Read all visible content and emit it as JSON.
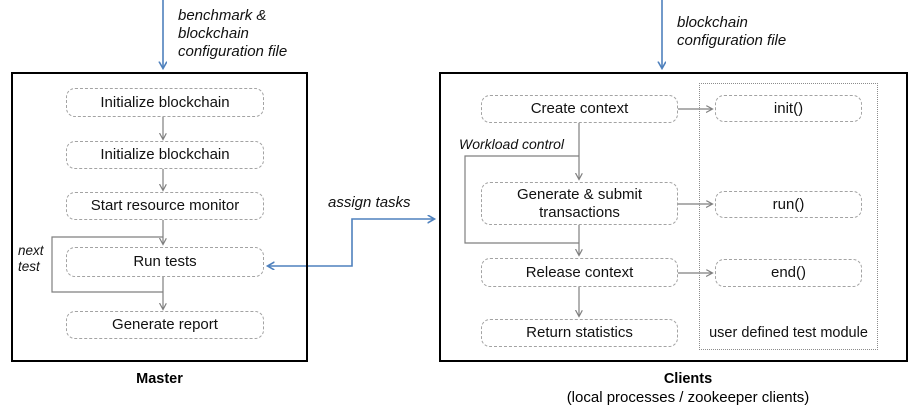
{
  "diagram": {
    "master": {
      "caption": "Master",
      "config_label": "benchmark &\nblockchain\nconfiguration file",
      "loop_label": "next\ntest",
      "steps": [
        "Initialize blockchain",
        "Initialize blockchain",
        "Start resource monitor",
        "Run tests",
        "Generate report"
      ]
    },
    "clients": {
      "caption": "Clients",
      "subcaption": "(local processes / zookeeper clients)",
      "config_label": "blockchain\nconfiguration file",
      "loop_label": "Workload control",
      "steps": [
        "Create context",
        "Generate & submit transactions",
        "Release context",
        "Return statistics"
      ],
      "module": {
        "label": "user defined test module",
        "functions": [
          "init()",
          "run()",
          "end()"
        ]
      }
    },
    "assign_label": "assign tasks",
    "colors": {
      "accent_blue": "#4f81bd",
      "line_gray": "#7f7f7f",
      "dashed_border_gray": "#a3a3a3",
      "dotted_border_gray": "#8c8c8c"
    }
  }
}
